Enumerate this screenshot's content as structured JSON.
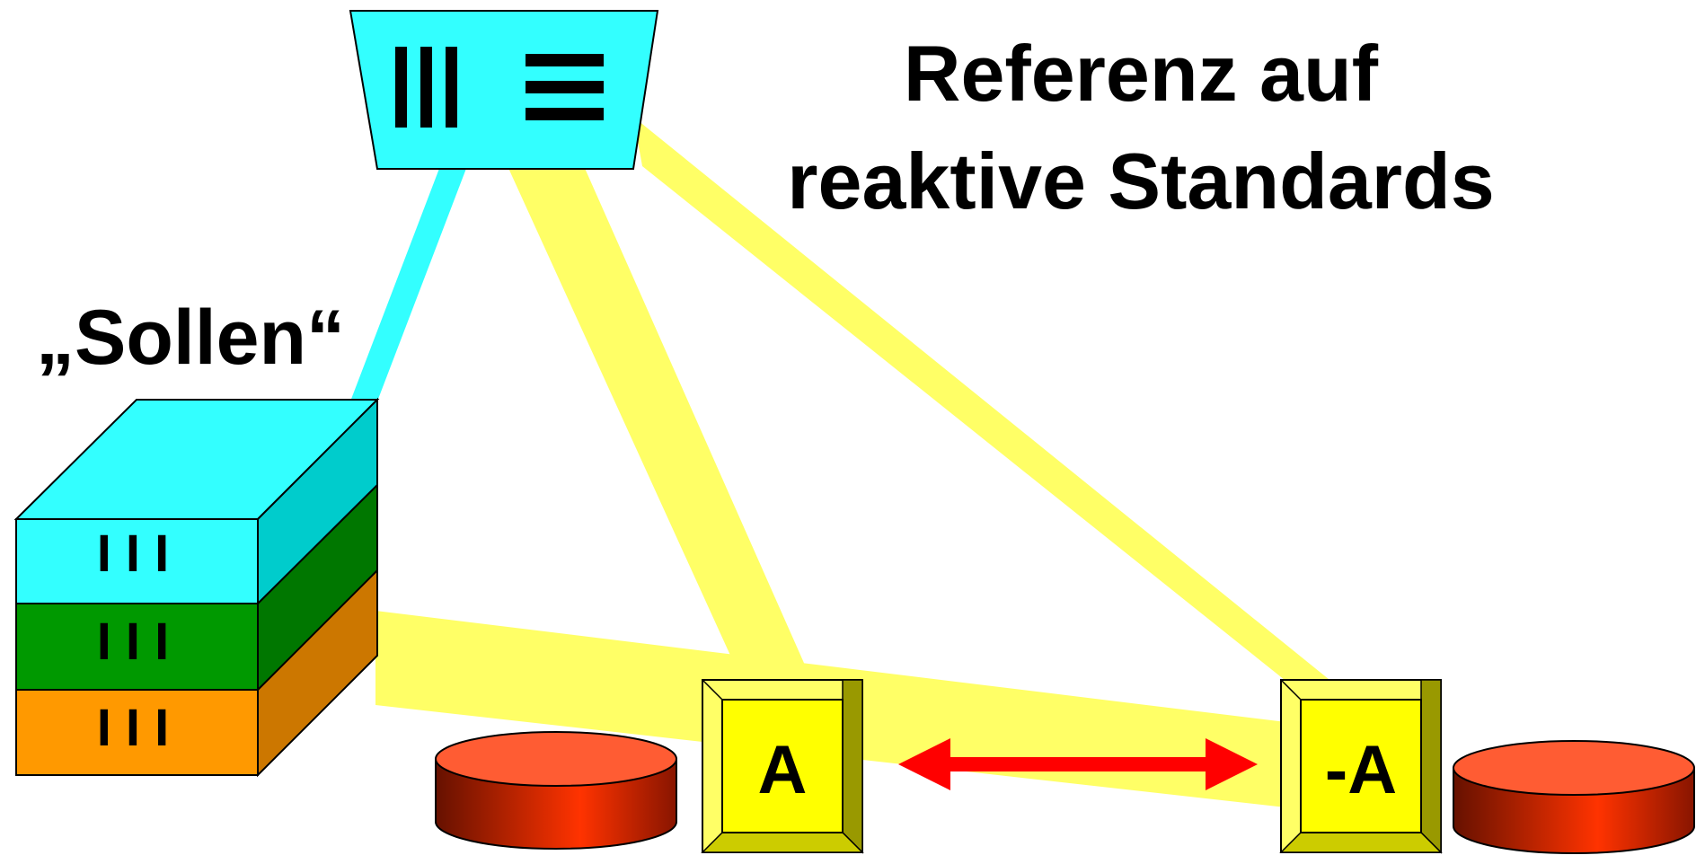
{
  "title": {
    "line1": "Referenz auf",
    "line2": "reaktive Standards"
  },
  "sollen_label": "„Sollen“",
  "norm_box": {
    "symbols": "III  ≡"
  },
  "stack_layers": [
    {
      "label": "I I I",
      "color": "#33ffff"
    },
    {
      "label": "I I I",
      "color": "#009900"
    },
    {
      "label": "I I I",
      "color": "#ff9900"
    }
  ],
  "keys": {
    "a_label": "A",
    "neg_a_label": "-A"
  },
  "colors": {
    "beam": "#ffff66",
    "cyan_beam": "#33ffff",
    "arrow": "#ff0000",
    "key_face": "#ffff00",
    "disk_top": "#ff5c33",
    "disk_side": "#cc2200"
  }
}
